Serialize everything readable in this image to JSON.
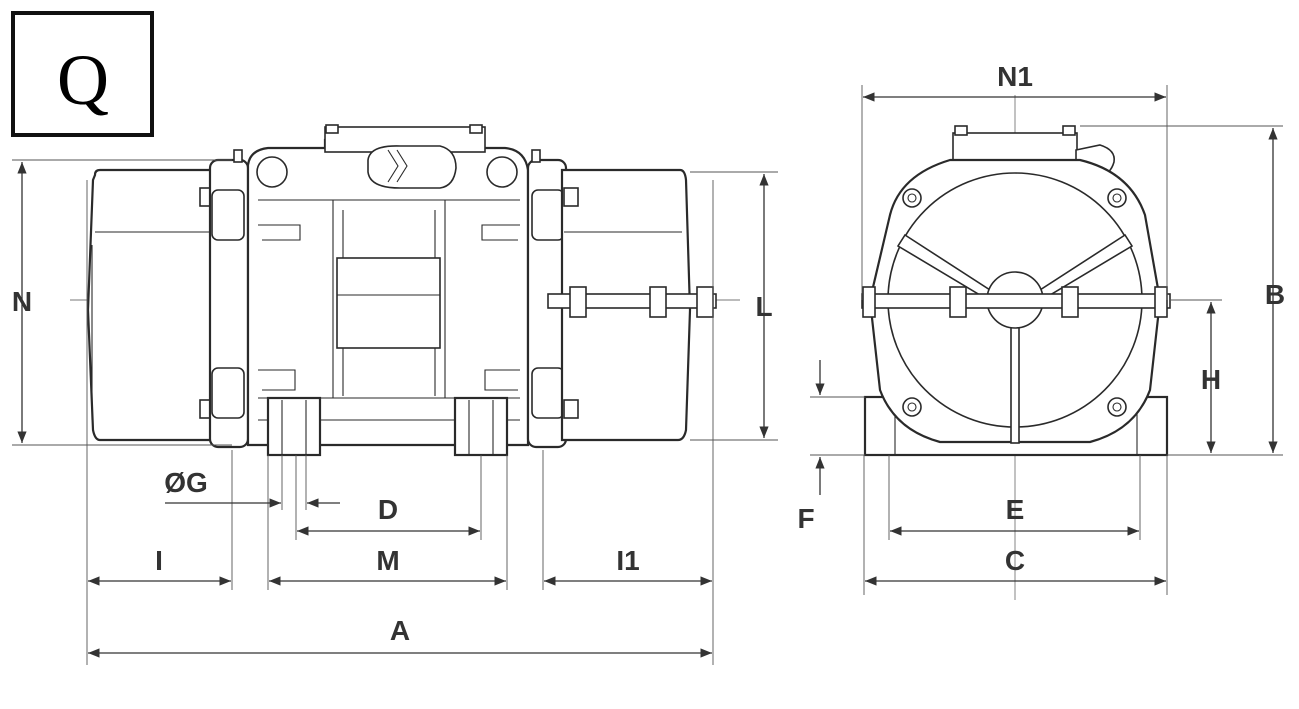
{
  "badge": {
    "letter": "Q"
  },
  "side_view": {
    "labels": {
      "N": "N",
      "L": "L",
      "G": "ØG",
      "D": "D",
      "I": "I",
      "M": "M",
      "I1": "I1",
      "A": "A"
    }
  },
  "front_view": {
    "labels": {
      "N1": "N1",
      "B": "B",
      "H": "H",
      "F": "F",
      "E": "E",
      "C": "C"
    }
  }
}
